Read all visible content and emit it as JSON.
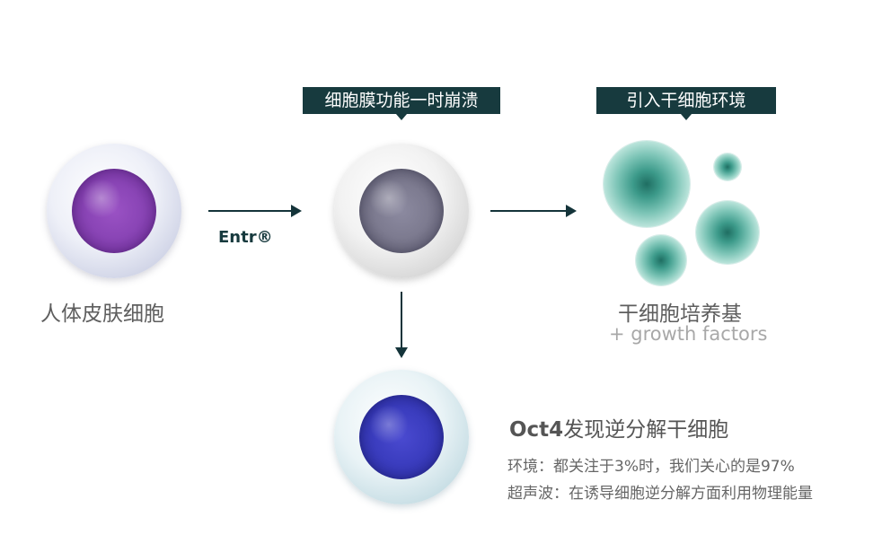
{
  "steps": {
    "source": {
      "label": "人体皮肤细胞"
    },
    "treatment": {
      "label": "Entr®"
    },
    "collapse": {
      "tag": "细胞膜功能一时崩溃"
    },
    "introduce": {
      "tag": "引入干细胞环境"
    },
    "medium": {
      "label": "干细胞培养基",
      "sublabel": "+ growth factors"
    },
    "result": {
      "title_prefix": "Oct4",
      "title_rest": "发现逆分解干细胞",
      "line1": "环境：都关注于3%时，我们关心的是97%",
      "line2": "超声波：在诱导细胞逆分解方面利用物理能量"
    }
  },
  "colors": {
    "tag_bg": "#173a3e",
    "arrow": "#14343a",
    "skin_nucleus": "#8a45b6",
    "broken_nucleus": "#7d7b90",
    "stem_nucleus": "#3b3dbf",
    "culture_cell": "#3c9a8a"
  }
}
